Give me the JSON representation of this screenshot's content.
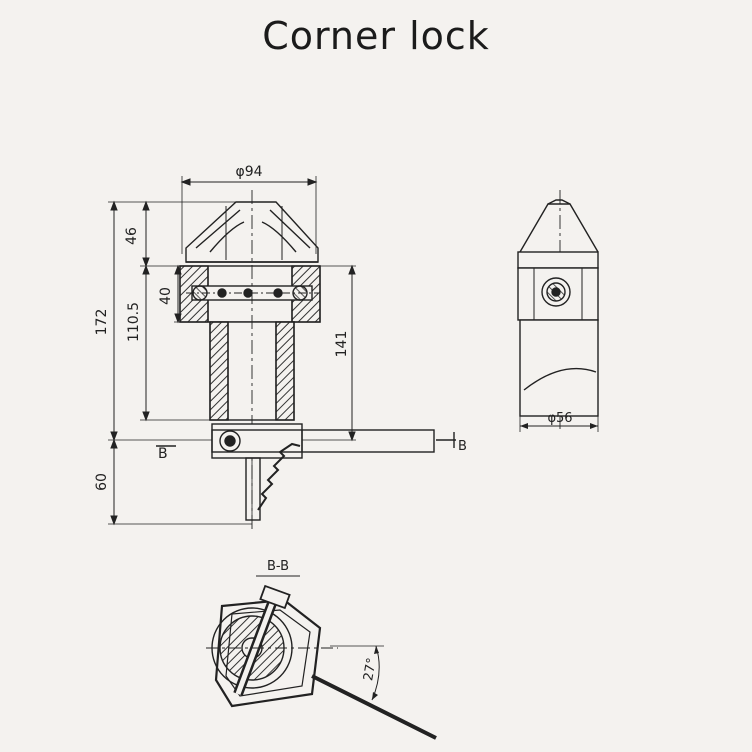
{
  "title": "Corner lock",
  "dimensions": {
    "phi94": "φ94",
    "d46": "46",
    "d40": "40",
    "d172": "172",
    "d110_5": "110.5",
    "d141": "141",
    "d60": "60",
    "phi56": "φ56",
    "angle27": "27°"
  },
  "section": {
    "marker_left": "B",
    "marker_right": "B",
    "label": "B-B"
  },
  "colors": {
    "line": "#222222",
    "hatch": "#333333",
    "background": "#f4f2ef"
  }
}
